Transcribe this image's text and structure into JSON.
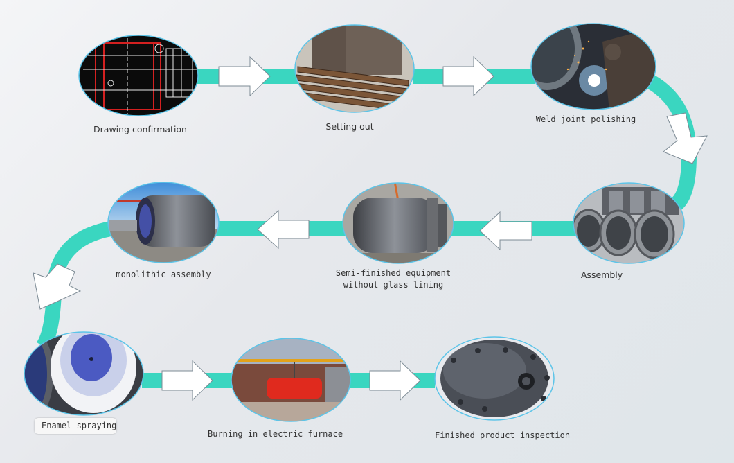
{
  "steps": [
    {
      "id": "drawing",
      "label": "Drawing confirmation"
    },
    {
      "id": "setting",
      "label": "Setting out"
    },
    {
      "id": "weld",
      "label": "Weld joint polishing"
    },
    {
      "id": "assembly",
      "label": "Assembly"
    },
    {
      "id": "semi",
      "label": "Semi-finished equipment",
      "label2": "without glass lining"
    },
    {
      "id": "monolithic",
      "label": "monolithic assembly"
    },
    {
      "id": "enamel",
      "label": "Enamel spraying"
    },
    {
      "id": "burning",
      "label": "Burning in electric furnace"
    },
    {
      "id": "finished",
      "label": "Finished product inspection"
    }
  ],
  "colors": {
    "path": "#3ad6c0",
    "arrow_fill": "#ffffff",
    "arrow_stroke": "#7a8a96",
    "frame": "#5cc4e8"
  }
}
